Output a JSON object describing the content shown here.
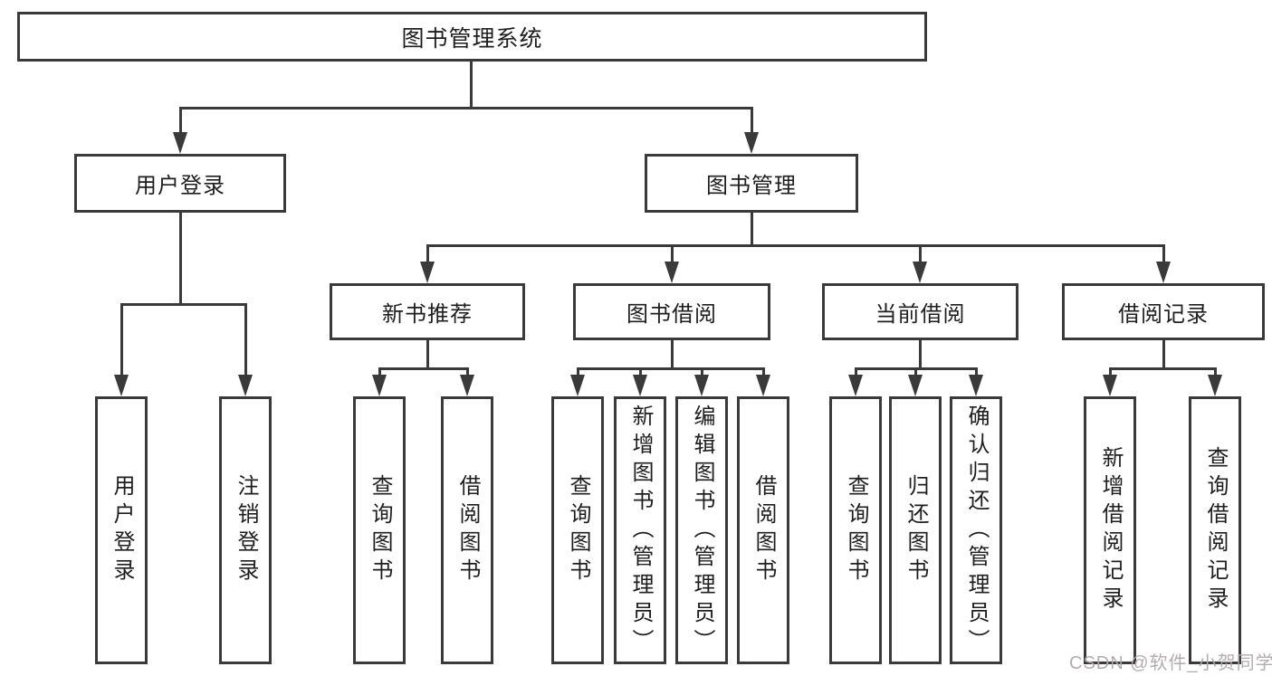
{
  "tree": {
    "label": "图书管理系统",
    "children": [
      {
        "label": "用户登录",
        "children": [
          {
            "label": "用户登录"
          },
          {
            "label": "注销登录"
          }
        ]
      },
      {
        "label": "图书管理",
        "children": [
          {
            "label": "新书推荐",
            "children": [
              {
                "label": "查询图书"
              },
              {
                "label": "借阅图书"
              }
            ]
          },
          {
            "label": "图书借阅",
            "children": [
              {
                "label": "查询图书"
              },
              {
                "label": "新增图书（管理员）"
              },
              {
                "label": "编辑图书（管理员）"
              },
              {
                "label": "借阅图书"
              }
            ]
          },
          {
            "label": "当前借阅",
            "children": [
              {
                "label": "查询图书"
              },
              {
                "label": "归还图书"
              },
              {
                "label": "确认归还（管理员）"
              }
            ]
          },
          {
            "label": "借阅记录",
            "children": [
              {
                "label": "新增借阅记录"
              },
              {
                "label": "查询借阅记录"
              }
            ]
          }
        ]
      }
    ]
  },
  "watermark": {
    "text": "CSDN @软件_小贺同学"
  },
  "colors": {
    "line": "#3a3a3a",
    "text": "#1e1e1e",
    "watermark": "#b3a7a7",
    "background": "#ffffff"
  }
}
